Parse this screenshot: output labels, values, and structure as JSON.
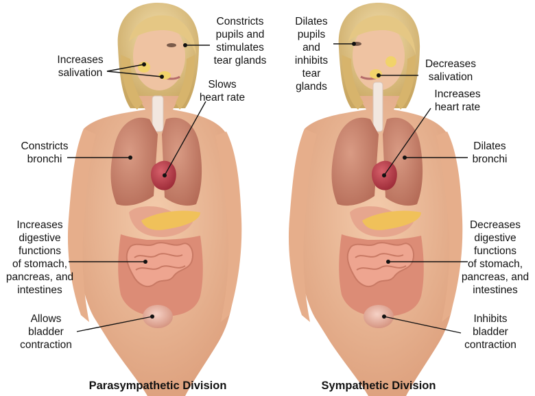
{
  "colors": {
    "skin": "#eebf9c",
    "skin_shadow": "#d9a07c",
    "hair": "#e9cf94",
    "hair_shadow": "#c9a762",
    "lung": "#c9846f",
    "heart": "#b73a45",
    "intestine": "#e2907a",
    "pancreas": "#f0c15a",
    "bladder": "#eab3a2",
    "leader": "#111111",
    "dot": "#111111"
  },
  "figures": {
    "left": {
      "caption": "Parasympathetic Division"
    },
    "right": {
      "caption": "Sympathetic Division"
    }
  },
  "labels": {
    "p_eyes": "Constricts\npupils and\nstimulates\ntear glands",
    "p_saliva": "Increases\nsalivation",
    "p_heart": "Slows\nheart rate",
    "p_bronchi": "Constricts\nbronchi",
    "p_digest": "Increases\ndigestive\nfunctions\nof stomach,\npancreas, and\nintestines",
    "p_bladder": "Allows\nbladder\ncontraction",
    "s_eyes": "Dilates\npupils\nand\ninhibits\ntear\nglands",
    "s_saliva": "Decreases\nsalivation",
    "s_heart": "Increases\nheart rate",
    "s_bronchi": "Dilates\nbronchi",
    "s_digest": "Decreases\ndigestive\nfunctions\nof stomach,\npancreas, and\nintestines",
    "s_bladder": "Inhibits\nbladder\ncontraction"
  }
}
